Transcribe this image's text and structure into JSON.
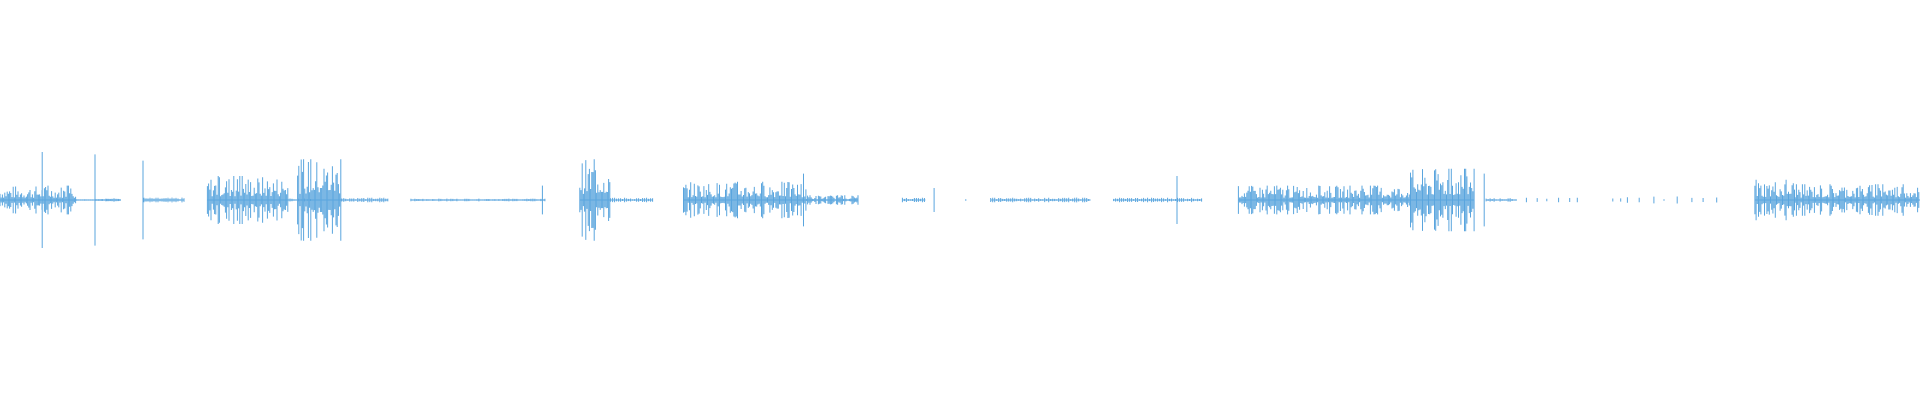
{
  "waveform": {
    "color": "#5aa5de",
    "background": "#ffffff",
    "segments": [
      {
        "start": 0.0,
        "end": 0.04,
        "level": 0.3,
        "density": "burst"
      },
      {
        "start": 0.04,
        "end": 0.062,
        "level": 0.02,
        "density": "hairline"
      },
      {
        "start": 0.0215,
        "end": 0.0225,
        "level": 1.0,
        "density": "spike"
      },
      {
        "start": 0.049,
        "end": 0.05,
        "level": 0.95,
        "density": "spike"
      },
      {
        "start": 0.05,
        "end": 0.063,
        "level": 0.04,
        "density": "hairline"
      },
      {
        "start": 0.074,
        "end": 0.075,
        "level": 0.82,
        "density": "spike"
      },
      {
        "start": 0.075,
        "end": 0.096,
        "level": 0.05,
        "density": "hairline"
      },
      {
        "start": 0.108,
        "end": 0.15,
        "level": 0.5,
        "density": "burst"
      },
      {
        "start": 0.15,
        "end": 0.163,
        "level": 0.04,
        "density": "hairline"
      },
      {
        "start": 0.155,
        "end": 0.178,
        "level": 0.85,
        "density": "burst"
      },
      {
        "start": 0.178,
        "end": 0.202,
        "level": 0.05,
        "density": "hairline"
      },
      {
        "start": 0.214,
        "end": 0.284,
        "level": 0.03,
        "density": "hairline"
      },
      {
        "start": 0.282,
        "end": 0.283,
        "level": 0.3,
        "density": "spike"
      },
      {
        "start": 0.302,
        "end": 0.318,
        "level": 0.85,
        "density": "burst"
      },
      {
        "start": 0.318,
        "end": 0.34,
        "level": 0.05,
        "density": "hairline"
      },
      {
        "start": 0.356,
        "end": 0.42,
        "level": 0.38,
        "density": "burst"
      },
      {
        "start": 0.418,
        "end": 0.419,
        "level": 0.55,
        "density": "spike"
      },
      {
        "start": 0.42,
        "end": 0.447,
        "level": 0.1,
        "density": "burst"
      },
      {
        "start": 0.47,
        "end": 0.482,
        "level": 0.05,
        "density": "hairline"
      },
      {
        "start": 0.486,
        "end": 0.487,
        "level": 0.25,
        "density": "spike"
      },
      {
        "start": 0.503,
        "end": 0.51,
        "level": 0.04,
        "density": "dots"
      },
      {
        "start": 0.516,
        "end": 0.568,
        "level": 0.05,
        "density": "hairline"
      },
      {
        "start": 0.58,
        "end": 0.626,
        "level": 0.05,
        "density": "hairline"
      },
      {
        "start": 0.6125,
        "end": 0.6135,
        "level": 0.5,
        "density": "spike"
      },
      {
        "start": 0.645,
        "end": 0.734,
        "level": 0.3,
        "density": "burst"
      },
      {
        "start": 0.734,
        "end": 0.768,
        "level": 0.65,
        "density": "burst"
      },
      {
        "start": 0.7725,
        "end": 0.7735,
        "level": 0.55,
        "density": "spike"
      },
      {
        "start": 0.774,
        "end": 0.79,
        "level": 0.04,
        "density": "hairline"
      },
      {
        "start": 0.795,
        "end": 0.822,
        "level": 0.05,
        "density": "dots"
      },
      {
        "start": 0.84,
        "end": 0.895,
        "level": 0.08,
        "density": "dots"
      },
      {
        "start": 0.914,
        "end": 0.935,
        "level": 0.42,
        "density": "burst"
      },
      {
        "start": 0.935,
        "end": 1.0,
        "level": 0.33,
        "density": "burst"
      }
    ]
  }
}
